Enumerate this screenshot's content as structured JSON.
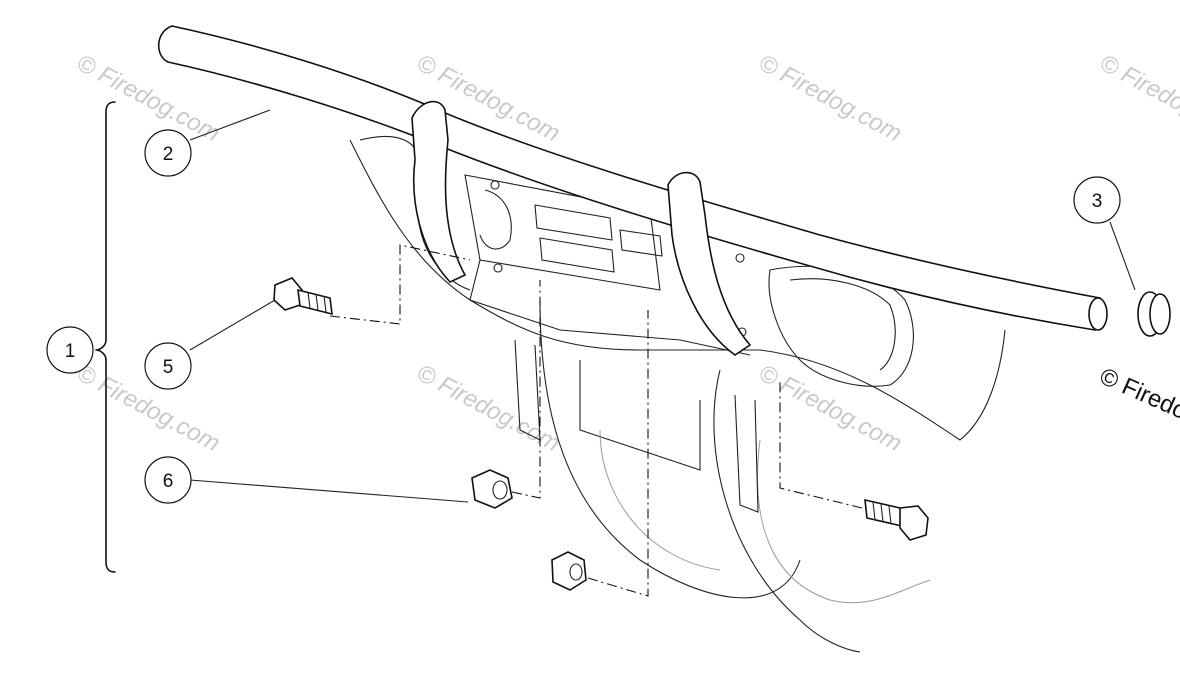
{
  "watermark": {
    "text": "© Firedog.com"
  },
  "copyright": "© Firedo",
  "callouts": [
    {
      "id": "c1",
      "label": "1"
    },
    {
      "id": "c2",
      "label": "2"
    },
    {
      "id": "c3",
      "label": "3"
    },
    {
      "id": "c5",
      "label": "5"
    },
    {
      "id": "c6",
      "label": "6"
    }
  ]
}
